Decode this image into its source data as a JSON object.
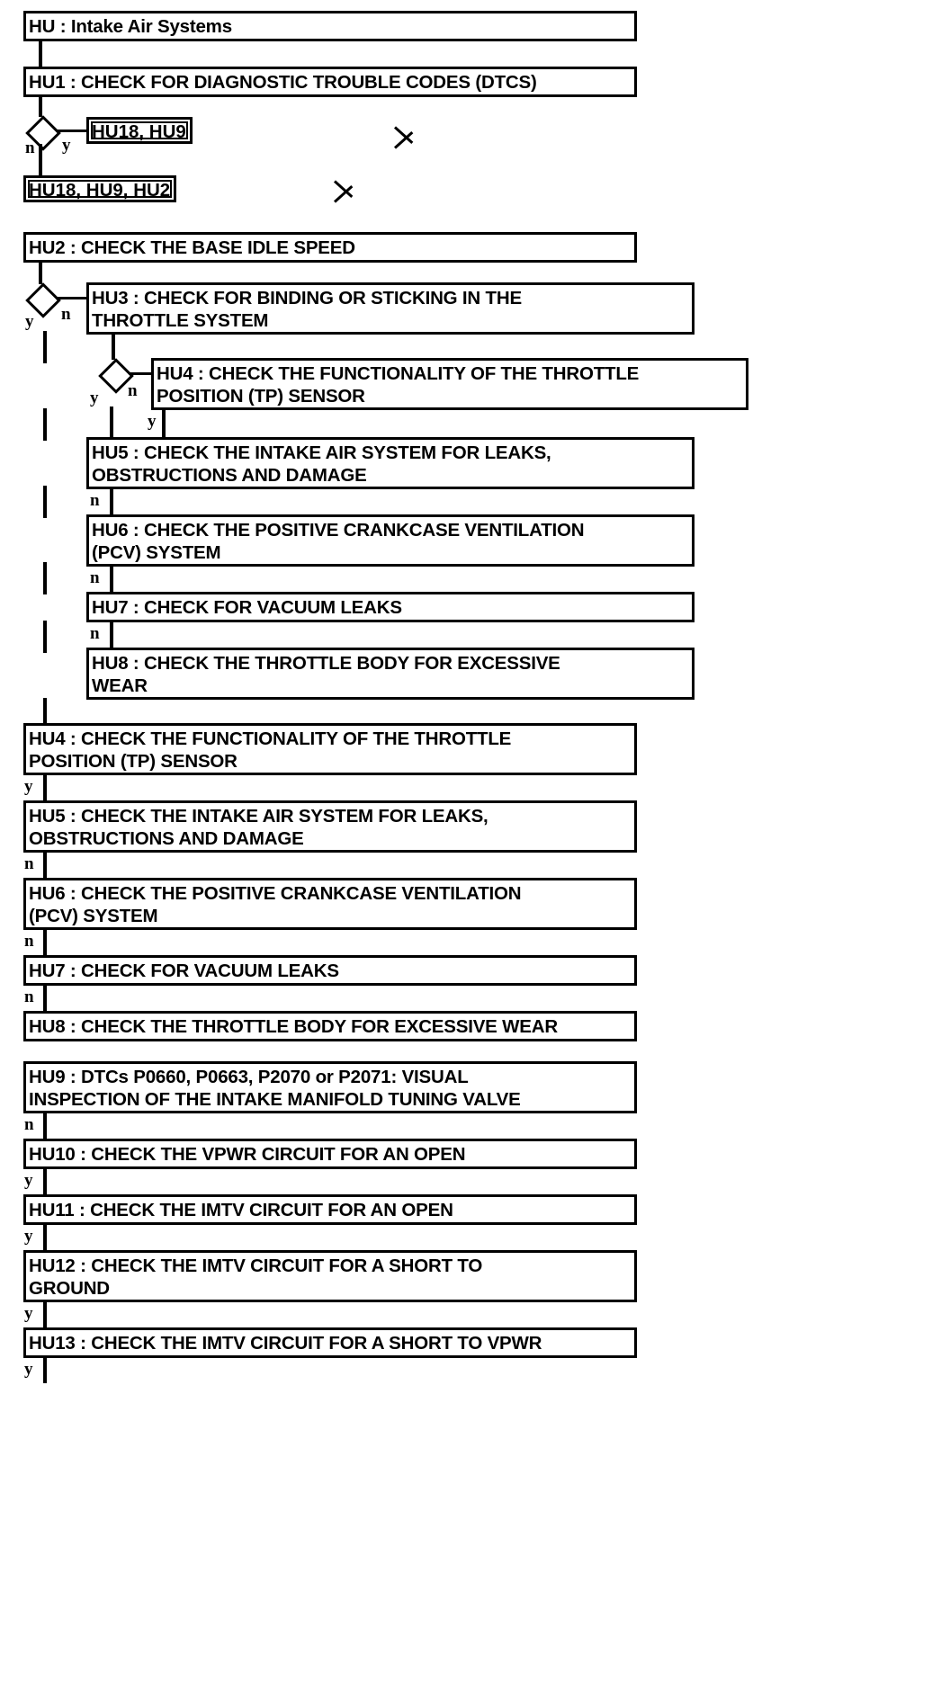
{
  "diagram": {
    "title": "HU : Intake Air Systems",
    "type": "flowchart",
    "nodes": [
      {
        "id": "HU",
        "label": "HU : Intake Air Systems"
      },
      {
        "id": "HU1",
        "label": "HU1 : CHECK FOR DIAGNOSTIC TROUBLE CODES (DTCS)"
      },
      {
        "id": "HU2",
        "label": "HU2 : CHECK THE BASE IDLE SPEED"
      },
      {
        "id": "HU3",
        "label": "HU3 : CHECK FOR BINDING OR STICKING IN THE\nTHROTTLE SYSTEM"
      },
      {
        "id": "HU4n",
        "label": "HU4 : CHECK THE FUNCTIONALITY OF THE THROTTLE\nPOSITION (TP) SENSOR"
      },
      {
        "id": "HU5n",
        "label": "HU5 : CHECK THE INTAKE AIR SYSTEM FOR LEAKS,\nOBSTRUCTIONS AND DAMAGE"
      },
      {
        "id": "HU6n",
        "label": "HU6 : CHECK THE POSITIVE CRANKCASE VENTILATION\n(PCV) SYSTEM"
      },
      {
        "id": "HU7n",
        "label": "HU7 : CHECK FOR VACUUM LEAKS"
      },
      {
        "id": "HU8n",
        "label": "HU8 : CHECK THE THROTTLE BODY FOR EXCESSIVE\nWEAR"
      },
      {
        "id": "HU4",
        "label": "HU4 : CHECK THE FUNCTIONALITY OF THE THROTTLE\nPOSITION (TP) SENSOR"
      },
      {
        "id": "HU5",
        "label": "HU5 : CHECK THE INTAKE AIR SYSTEM FOR LEAKS,\nOBSTRUCTIONS AND DAMAGE"
      },
      {
        "id": "HU6",
        "label": "HU6 : CHECK THE POSITIVE CRANKCASE VENTILATION\n(PCV) SYSTEM"
      },
      {
        "id": "HU7",
        "label": "HU7 : CHECK FOR VACUUM LEAKS"
      },
      {
        "id": "HU8",
        "label": "HU8 : CHECK THE THROTTLE BODY FOR EXCESSIVE WEAR"
      },
      {
        "id": "HU9",
        "label": "HU9 : DTCs P0660, P0663, P2070 or P2071: VISUAL\nINSPECTION OF THE INTAKE MANIFOLD TUNING VALVE"
      },
      {
        "id": "HU10",
        "label": "HU10 : CHECK THE VPWR CIRCUIT FOR AN OPEN"
      },
      {
        "id": "HU11",
        "label": "HU11 : CHECK THE IMTV CIRCUIT FOR AN OPEN"
      },
      {
        "id": "HU12",
        "label": "HU12 : CHECK THE IMTV CIRCUIT FOR A SHORT TO\nGROUND"
      },
      {
        "id": "HU13",
        "label": "HU13 : CHECK THE IMTV CIRCUIT FOR A SHORT TO VPWR"
      }
    ],
    "references": [
      {
        "id": "ref1",
        "label": "HU18, HU9"
      },
      {
        "id": "ref2",
        "label": "HU18, HU9, HU2"
      }
    ],
    "edge_labels": {
      "e1_n": "n",
      "e1_y": "y",
      "e2_y": "y",
      "e2_n": "n",
      "e3_y": "y",
      "e3_n": "n",
      "e4_y": "y",
      "e5_n": "n",
      "e6_n": "n",
      "e7_n": "n",
      "e8_y": "y",
      "e9_n": "n",
      "e10_n": "n",
      "e11_n": "n",
      "e12_n": "n",
      "e13_y": "y",
      "e14_y": "y",
      "e15_y": "y",
      "e16_y": "y"
    },
    "colors": {
      "stroke": "#000000",
      "fill": "#ffffff"
    }
  }
}
